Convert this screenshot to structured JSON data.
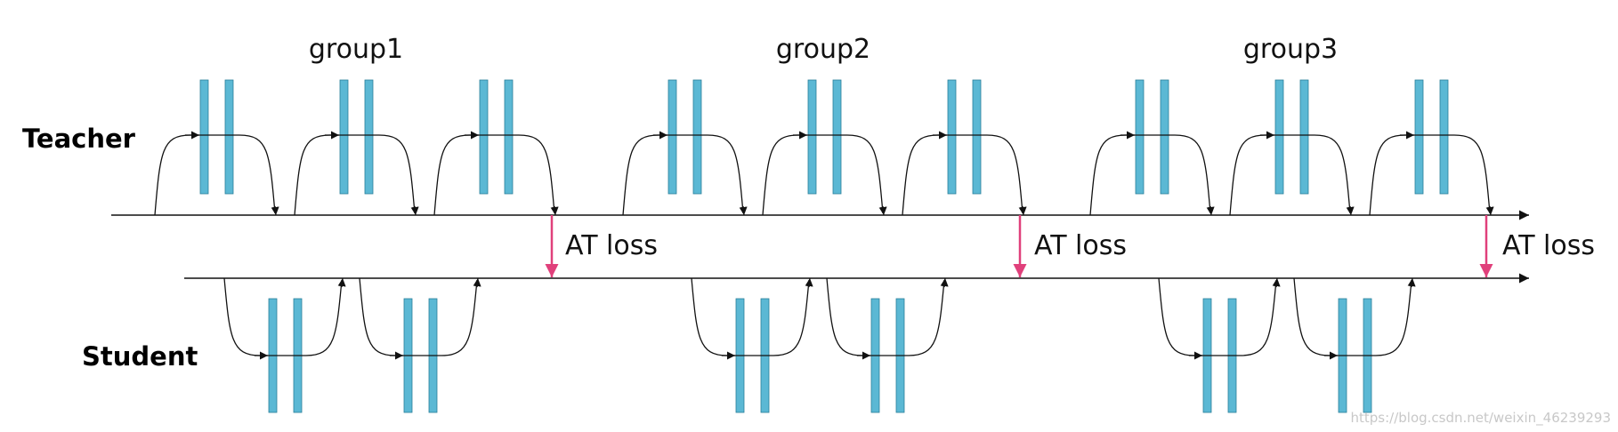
{
  "roles": {
    "teacher": "Teacher",
    "student": "Student"
  },
  "groups": [
    {
      "label": "group1",
      "loss_label": "AT loss"
    },
    {
      "label": "group2",
      "loss_label": "AT loss"
    },
    {
      "label": "group3",
      "loss_label": "AT loss"
    }
  ],
  "teacher_blocks_per_group": 3,
  "student_blocks_per_group": 2,
  "colors": {
    "layer": "#5bb8d4",
    "loss_arrow": "#e0407b",
    "line": "#111111"
  },
  "watermark": "https://blog.csdn.net/weixin_46239293"
}
